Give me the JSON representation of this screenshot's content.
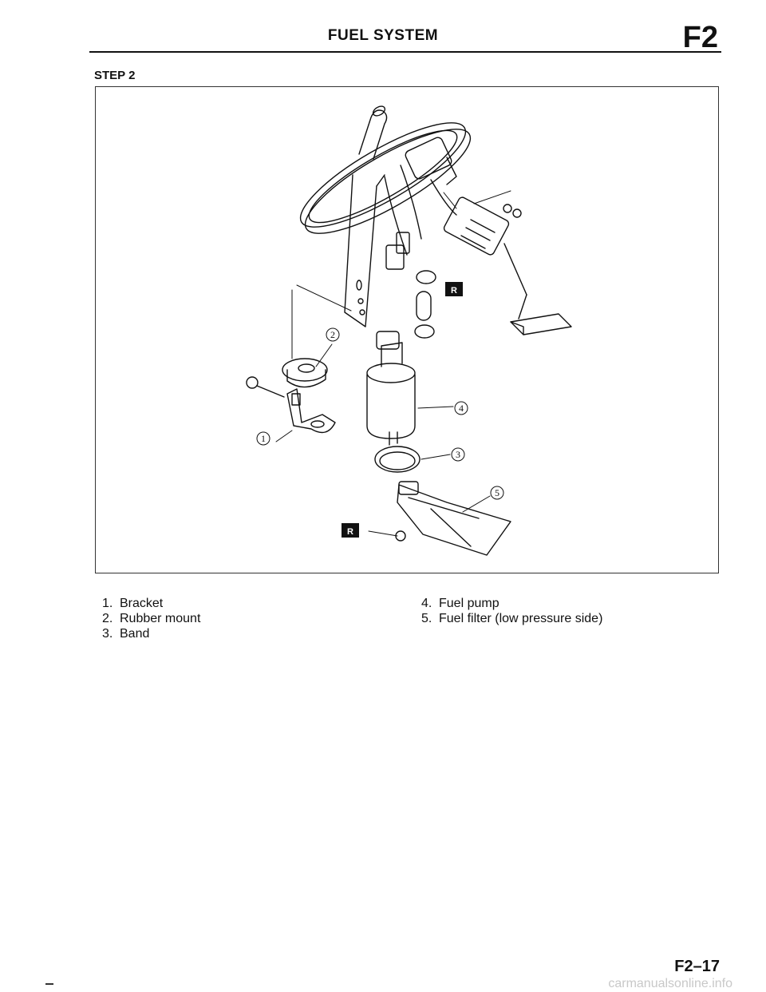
{
  "header": {
    "title": "FUEL SYSTEM",
    "section_code": "F2"
  },
  "step_label": "STEP 2",
  "figure": {
    "callouts": [
      "1",
      "2",
      "3",
      "4",
      "5"
    ],
    "replace_marker": "R"
  },
  "legend": {
    "left": [
      {
        "num": "1.",
        "label": "Bracket"
      },
      {
        "num": "2.",
        "label": "Rubber mount"
      },
      {
        "num": "3.",
        "label": "Band"
      }
    ],
    "right": [
      {
        "num": "4.",
        "label": "Fuel pump"
      },
      {
        "num": "5.",
        "label": "Fuel filter (low pressure side)"
      }
    ]
  },
  "footer": {
    "page_number": "F2–17",
    "watermark": "carmanualsonline.info"
  }
}
